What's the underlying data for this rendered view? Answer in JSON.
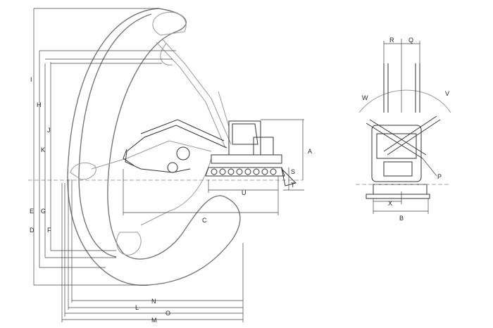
{
  "labels": {
    "A": "A",
    "B": "B",
    "C": "C",
    "D": "D",
    "E": "E",
    "F": "F",
    "G": "G",
    "H": "H",
    "I": "I",
    "J": "J",
    "K": "K",
    "L": "L",
    "M": "M",
    "N": "N",
    "O": "O",
    "P": "P",
    "Q": "Q",
    "R": "R",
    "S": "S",
    "T": "T",
    "U": "U",
    "V": "V",
    "W": "W",
    "X": "X"
  }
}
